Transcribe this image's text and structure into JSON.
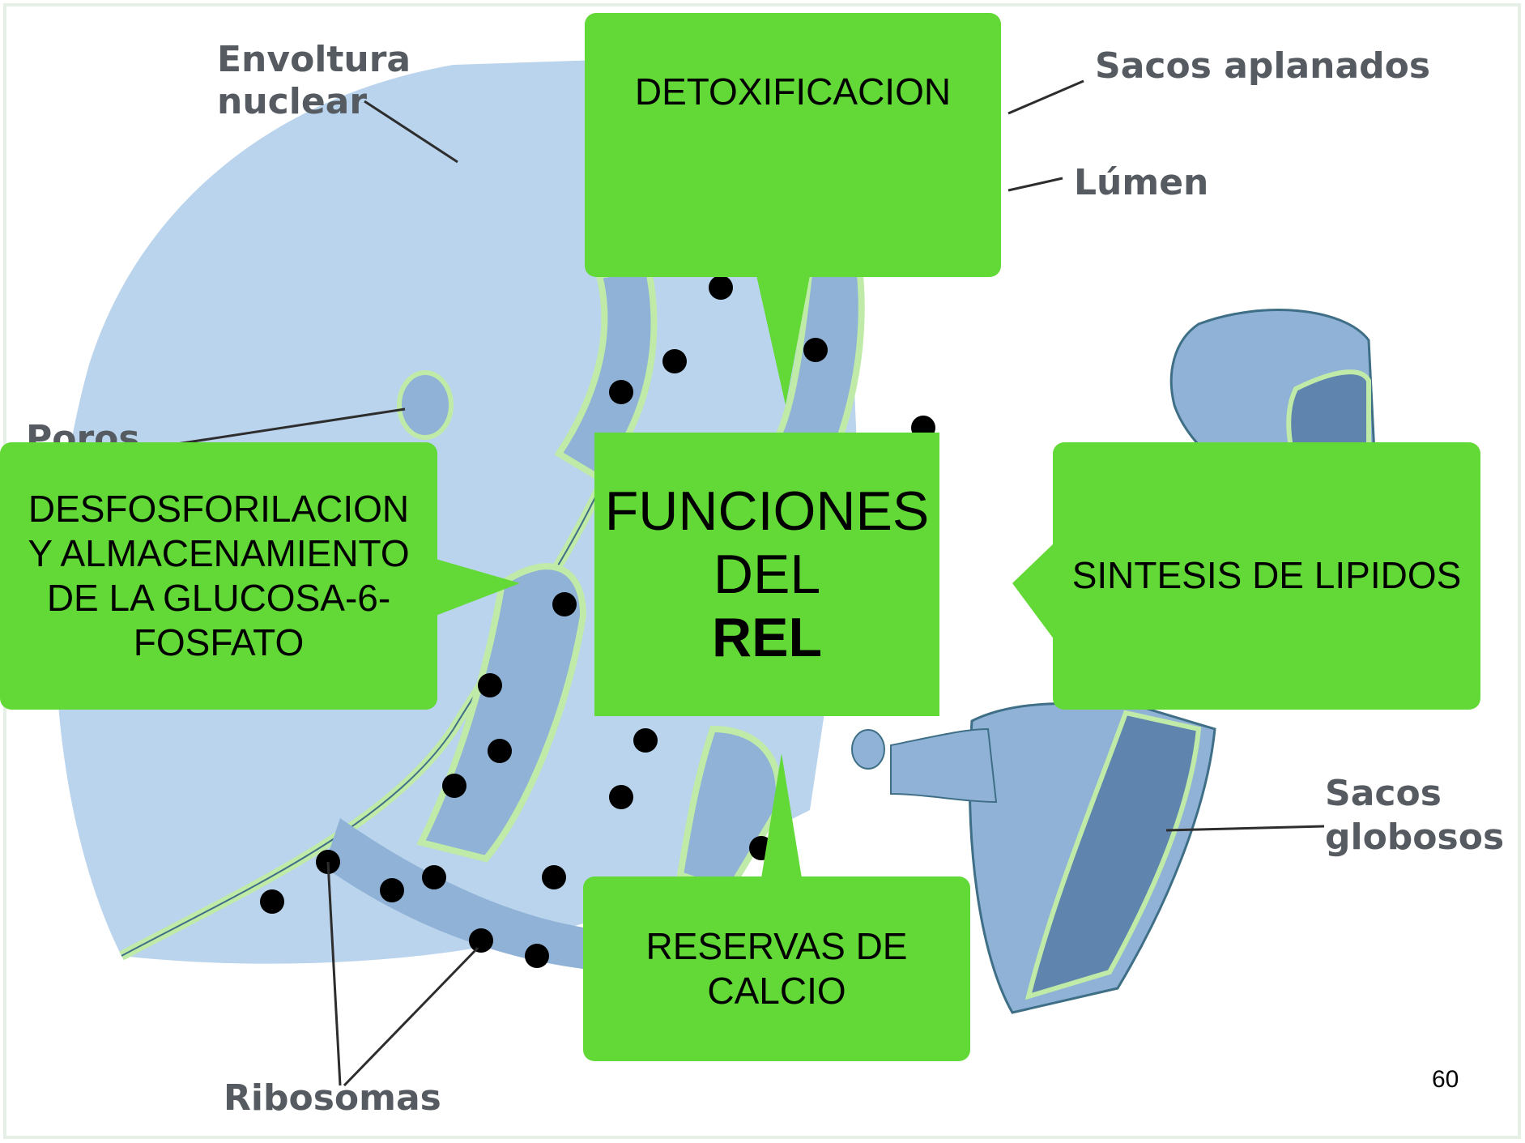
{
  "labels": {
    "envoltura_line1": "Envoltura",
    "envoltura_line2": "nuclear",
    "sacos_aplanados": "Sacos aplanados",
    "lumen": "Lúmen",
    "poros": "Poros",
    "sacos_globosos_line1": "Sacos",
    "sacos_globosos_line2": "globosos",
    "ribosomas": "Ribosomas"
  },
  "callouts": {
    "top": "DETOXIFICACION",
    "left_line1": "DESFOSFORILACION",
    "left_line2": "Y ALMACENAMIENTO",
    "left_line3": "DE LA GLUCOSA-6-",
    "left_line4": "FOSFATO",
    "right": "SINTESIS DE LIPIDOS",
    "bottom_line1": "RESERVAS DE",
    "bottom_line2": "CALCIO"
  },
  "center": {
    "line1": "FUNCIONES",
    "line2": "DEL",
    "line3": "REL"
  },
  "page_number": "60",
  "colors": {
    "callout_green": "#62d936",
    "nucleus_blue": "#b9d4ec",
    "cistern_blue": "#8fb2d6",
    "membrane_green": "#bfeaa8",
    "ribosome": "#000000"
  }
}
